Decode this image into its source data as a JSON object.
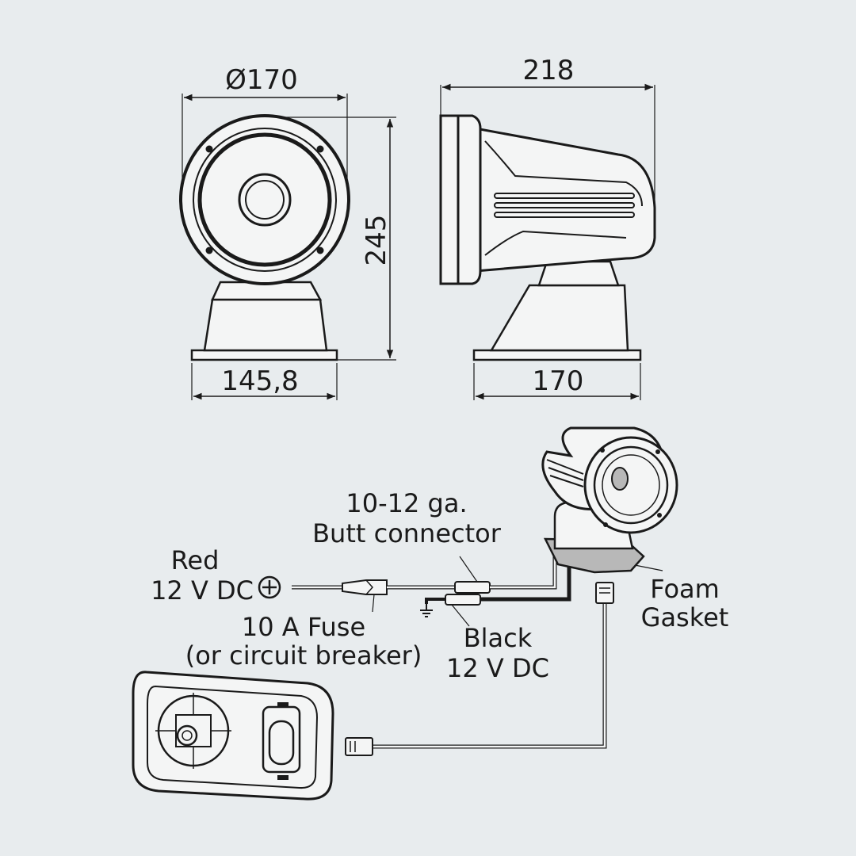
{
  "colors": {
    "background": "#e8ecee",
    "line": "#1a1a1a",
    "body": "#f4f5f5",
    "gray": "#b8b8b8"
  },
  "dimensions": {
    "front_diameter": "Ø170",
    "height": "245",
    "front_base_width": "145,8",
    "side_length": "218",
    "side_base_width": "170"
  },
  "wiring": {
    "butt_connector_line1": "10-12 ga.",
    "butt_connector_line2": "Butt connector",
    "red_line1": "Red",
    "red_line2": "12 V DC",
    "fuse_line1": "10 A Fuse",
    "fuse_line2": "(or circuit breaker)",
    "black_line1": "Black",
    "black_line2": "12 V DC",
    "gasket_line1": "Foam",
    "gasket_line2": "Gasket"
  },
  "icons": [
    "plus-circle-icon",
    "ground-symbol-icon"
  ]
}
